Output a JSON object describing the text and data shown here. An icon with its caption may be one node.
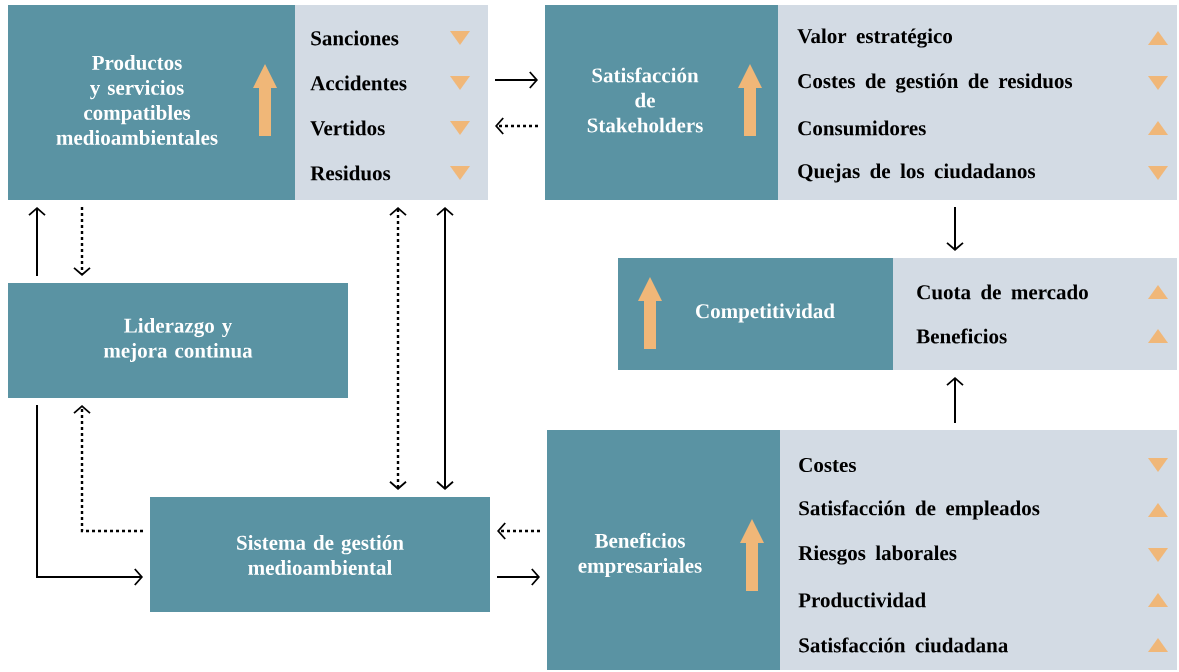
{
  "diagram": {
    "nodes": [
      {
        "text": [
          "Productos y servicios compatibles medioambientales",
          "Sanciones",
          "Accidentes",
          "Vertidos",
          "Residuos"
        ]
      },
      {
        "text": [
          "Satisfacción de Stakeholders",
          "Valor estratégico",
          "Costes de gestión de residuos",
          "Consumidores",
          "Quejas de los ciudadanos"
        ]
      },
      {
        "text": [
          "Competitividad",
          "Cuota de mercado",
          "Beneficios"
        ]
      },
      {
        "text": [
          "Liderazgo y mejora continua"
        ]
      },
      {
        "text": [
          "Sistema de gestión medioambiental"
        ]
      },
      {
        "text": [
          "Beneficios empresariales",
          "Costes",
          "Satisfacción de empleados",
          "Riesgos laborales",
          "Productividad",
          "Satisfacción ciudadana"
        ]
      }
    ],
    "edges": [
      {
        "from": 0,
        "to": 1,
        "arrow": "to"
      },
      {
        "from": 1,
        "to": 0,
        "arrow": "to",
        "style": "dashed"
      },
      {
        "from": 3,
        "to": 0,
        "arrow": "to"
      },
      {
        "from": 0,
        "to": 3,
        "arrow": "to",
        "style": "dashed"
      },
      {
        "from": 0,
        "to": 4,
        "arrow": "both",
        "style": "dashed"
      },
      {
        "from": 0,
        "to": 4,
        "arrow": "both"
      },
      {
        "from": 1,
        "to": 2,
        "arrow": "to"
      },
      {
        "from": 5,
        "to": 2,
        "arrow": "to"
      },
      {
        "from": 3,
        "to": 4,
        "arrow": "to"
      },
      {
        "from": 4,
        "to": 3,
        "arrow": "to",
        "style": "dashed"
      },
      {
        "from": 5,
        "to": 4,
        "arrow": "to",
        "style": "dashed"
      },
      {
        "from": 4,
        "to": 5,
        "arrow": "to"
      }
    ]
  }
}
